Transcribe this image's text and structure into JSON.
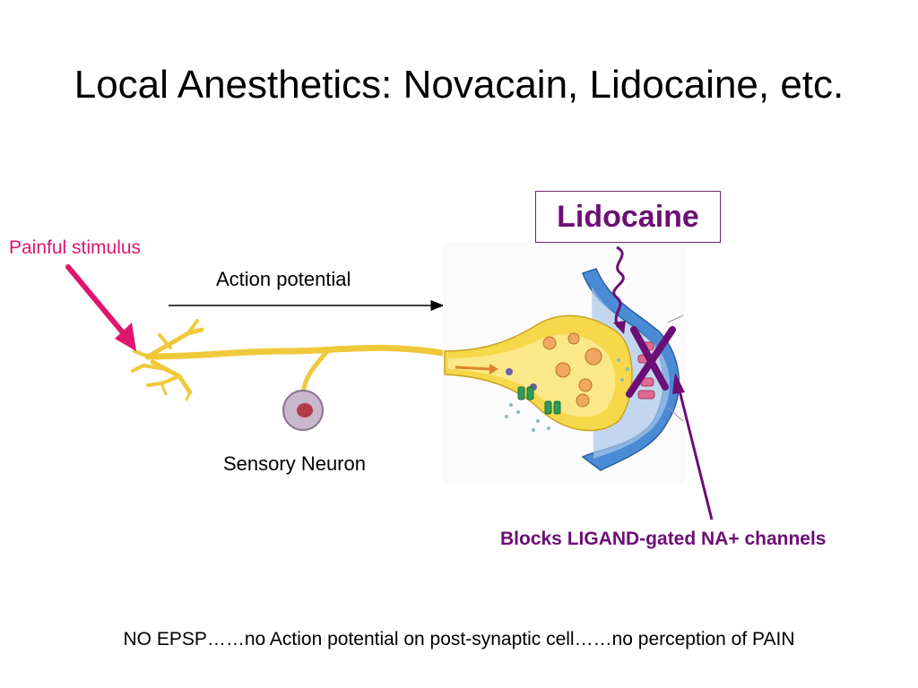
{
  "title": "Local Anesthetics: Novacain, Lidocaine, etc.",
  "labels": {
    "painful_stimulus": "Painful stimulus",
    "action_potential": "Action potential",
    "sensory_neuron": "Sensory Neuron",
    "lidocaine": "Lidocaine",
    "blocks": "Blocks LIGAND-gated NA+ channels"
  },
  "footer": "NO EPSP……no Action potential on post-synaptic cell……no perception of PAIN",
  "colors": {
    "stimulus": "#e0156f",
    "drug": "#6b0f74",
    "neuron": "#f2cc3a",
    "membrane": "#3f7fc9",
    "channel": "#2f9a5a"
  }
}
